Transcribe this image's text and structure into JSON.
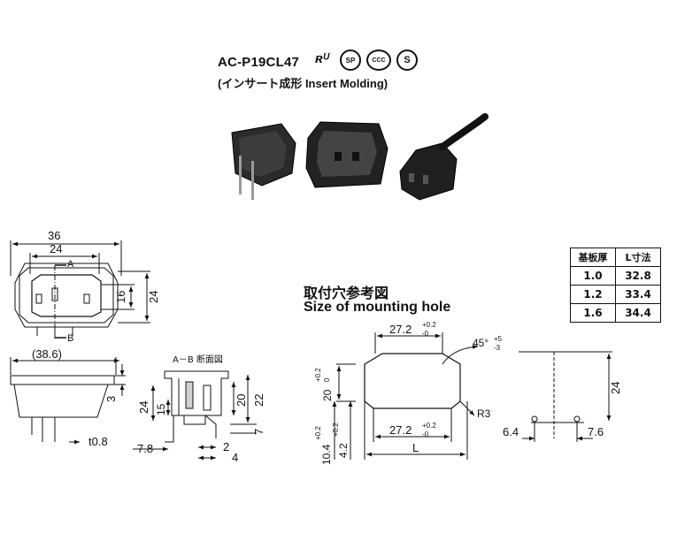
{
  "header": {
    "model": "AC-P19CL47",
    "process": "(インサート成形 Insert Molding)",
    "certifications": [
      "UR-mark-icon",
      "CSA-mark-icon",
      "CCC-mark-icon",
      "PSE-mark-icon"
    ],
    "cert_labels": [
      "ʀᵁ",
      "SP",
      "CCC",
      "S"
    ]
  },
  "mounting_hole": {
    "title_jp": "取付穴参考図",
    "title_en": "Size of mounting hole"
  },
  "section_label": "A－B 断面図",
  "spec_table": {
    "headers": [
      "基板厚",
      "L寸法"
    ],
    "rows": [
      [
        "1.0",
        "32.8"
      ],
      [
        "1.2",
        "33.4"
      ],
      [
        "1.6",
        "34.4"
      ]
    ]
  },
  "dimensions": {
    "front_36": "36",
    "front_24": "24",
    "front_A": "A",
    "front_B": "B",
    "front_16": "16",
    "front_24v": "24",
    "side_386": "(38.6)",
    "side_3": "3",
    "side_t08": "t0.8",
    "sec_24": "24",
    "sec_15": "15",
    "sec_20": "20",
    "sec_22": "22",
    "sec_7": "7",
    "sec_78": "7.8",
    "sec_2": "2",
    "sec_4": "4",
    "hole_272_top": "27.2",
    "hole_tol_top": "+0.2",
    "hole_tol_bot": "-0",
    "hole_45": "45°",
    "hole_20": "20",
    "hole_20_tol": "+0.2",
    "hole_r3": "R3",
    "hole_272_bot": "27.2",
    "hole_104": "10.4",
    "hole_42": "4.2",
    "hole_L": "L",
    "hole_24": "24",
    "hole_64": "6.4",
    "hole_76": "7.6",
    "hole_tol_zero": "0",
    "hole_tol_minus3": "-3",
    "hole_tol_plus5": "+5"
  }
}
